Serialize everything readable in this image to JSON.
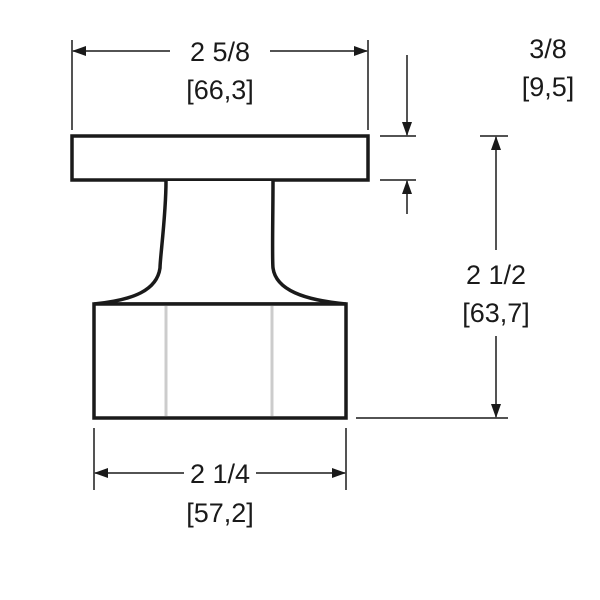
{
  "drawing": {
    "top_width": {
      "imperial": "2 5/8",
      "metric": "[66,3]"
    },
    "cap_thickness": {
      "imperial": "3/8",
      "metric": "[9,5]"
    },
    "overall_height": {
      "imperial": "2 1/2",
      "metric": "[63,7]"
    },
    "base_width": {
      "imperial": "2 1/4",
      "metric": "[57,2]"
    },
    "colors": {
      "line": "#1a1a1a",
      "highlight": "#cccccc",
      "background": "#ffffff"
    }
  }
}
